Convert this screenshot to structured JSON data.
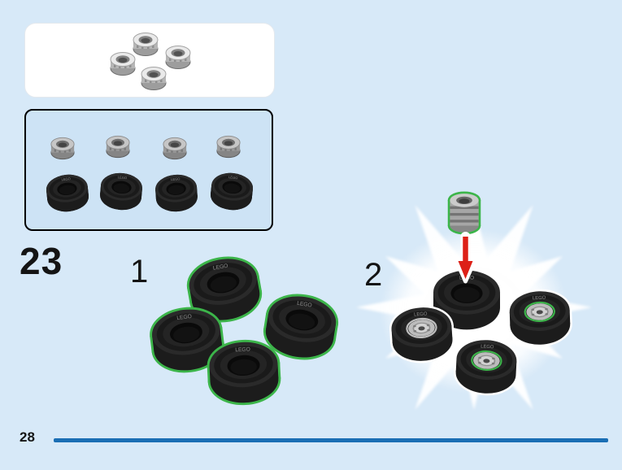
{
  "page": {
    "number": "28",
    "step_number": "23",
    "tire_brand": "LEGO"
  },
  "steps": {
    "step1_label": "1",
    "step2_label": "2"
  },
  "colors": {
    "background": "#d7e9f8",
    "preview_box_fill": "#ffffff",
    "parts_box_fill": "#cde3f5",
    "parts_box_border": "#000000",
    "highlight_green": "#3cb54a",
    "arrow_red": "#dd2017",
    "footer_line_blue": "#1a6eb4"
  },
  "preview_box": {
    "items": [
      {
        "icon": "wheel-rim-icon"
      },
      {
        "icon": "wheel-rim-icon"
      },
      {
        "icon": "wheel-rim-icon"
      },
      {
        "icon": "wheel-rim-icon"
      }
    ]
  },
  "parts_box": {
    "row1": [
      {
        "icon": "wheel-rim-icon"
      },
      {
        "icon": "wheel-rim-icon"
      },
      {
        "icon": "wheel-rim-icon"
      },
      {
        "icon": "wheel-rim-icon"
      }
    ],
    "row2": [
      {
        "icon": "tire-icon"
      },
      {
        "icon": "tire-icon"
      },
      {
        "icon": "tire-icon"
      },
      {
        "icon": "tire-icon"
      }
    ]
  },
  "step1": {
    "items": [
      {
        "icon": "tire-highlighted-icon"
      },
      {
        "icon": "tire-highlighted-icon"
      },
      {
        "icon": "tire-highlighted-icon"
      },
      {
        "icon": "tire-highlighted-icon"
      }
    ]
  },
  "step2": {
    "items": [
      {
        "icon": "rim-highlighted-icon"
      },
      {
        "icon": "down-arrow-icon"
      },
      {
        "icon": "tire-icon"
      },
      {
        "icon": "assembled-wheel-icon"
      },
      {
        "icon": "assembled-wheel-icon"
      },
      {
        "icon": "assembled-wheel-icon"
      }
    ]
  }
}
